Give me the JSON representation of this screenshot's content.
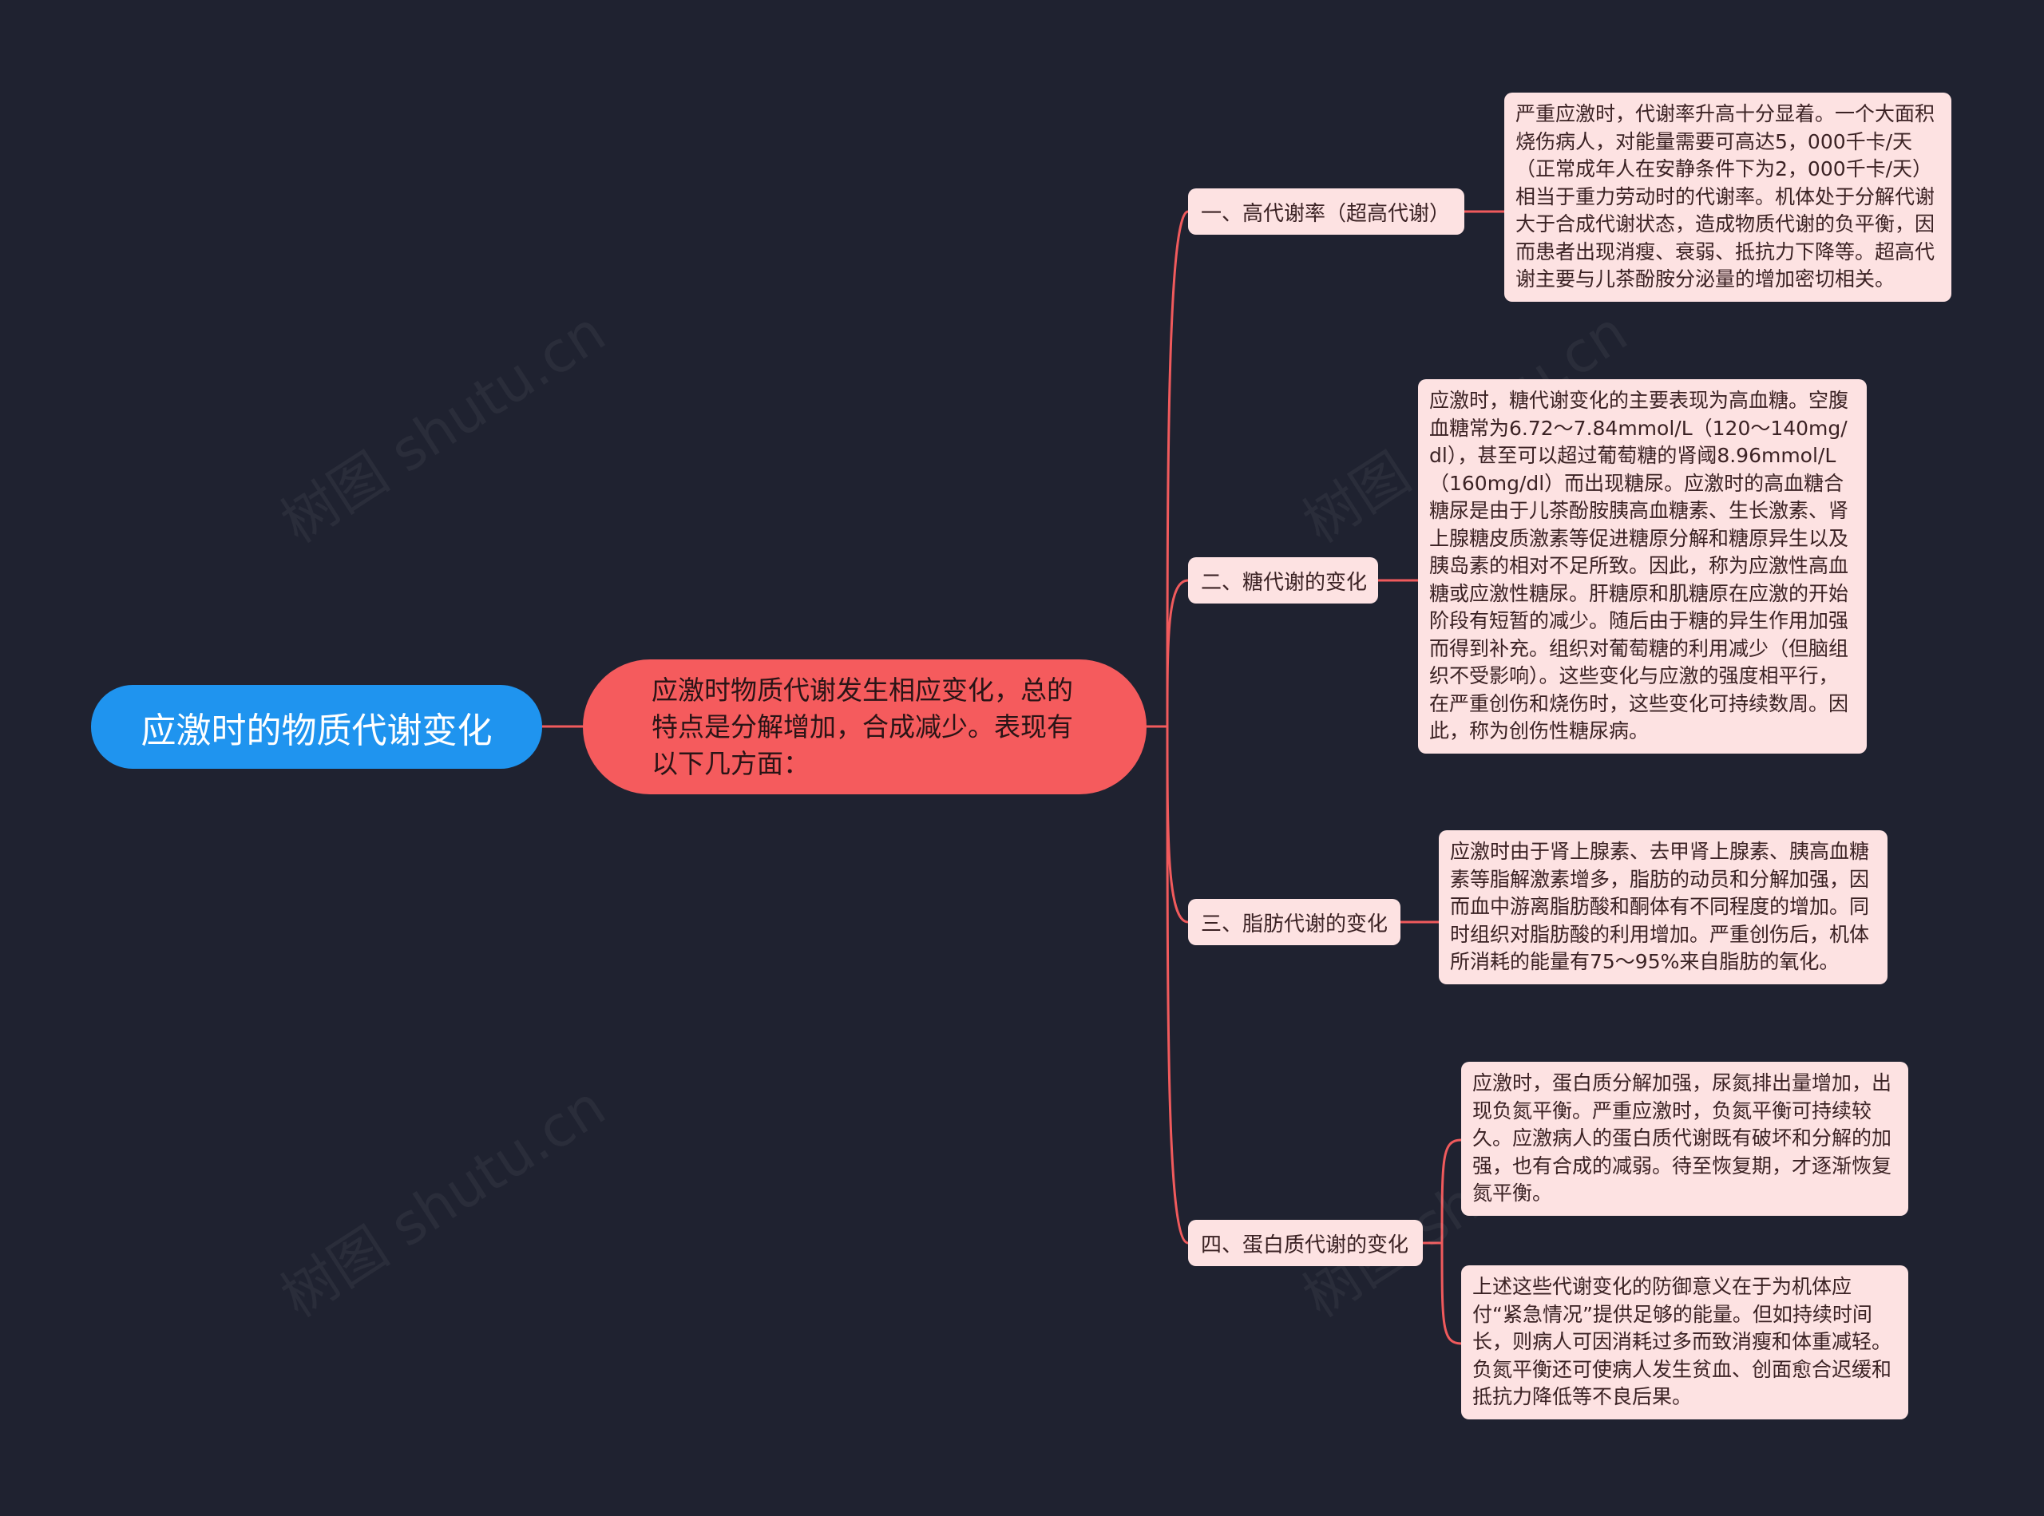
{
  "colors": {
    "background": "#1f2230",
    "root": "#1f94ef",
    "center": "#f55b5d",
    "card": "#fde2e2",
    "connector": "#f05a5c"
  },
  "root": {
    "label": "应激时的物质代谢变化"
  },
  "center": {
    "label": "应激时物质代谢发生相应变化，总的特点是分解增加，合成减少。表现有以下几方面："
  },
  "branches": [
    {
      "label": "一、高代谢率（超高代谢）"
    },
    {
      "label": "二、糖代谢的变化"
    },
    {
      "label": "三、脂肪代谢的变化"
    },
    {
      "label": "四、蛋白质代谢的变化"
    }
  ],
  "leaves": [
    {
      "text": "严重应激时，代谢率升高十分显着。一个大面积烧伤病人，对能量需要可高达5，000千卡/天（正常成年人在安静条件下为2，000千卡/天）相当于重力劳动时的代谢率。机体处于分解代谢大于合成代谢状态，造成物质代谢的负平衡，因而患者出现消瘦、衰弱、抵抗力下降等。超高代谢主要与儿茶酚胺分泌量的增加密切相关。"
    },
    {
      "text": "应激时，糖代谢变化的主要表现为高血糖。空腹血糖常为6.72～7.84mmol/L（120～140mg/dl），甚至可以超过葡萄糖的肾阈8.96mmol/L（160mg/dl）而出现糖尿。应激时的高血糖合糖尿是由于儿茶酚胺胰高血糖素、生长激素、肾上腺糖皮质激素等促进糖原分解和糖原异生以及胰岛素的相对不足所致。因此，称为应激性高血糖或应激性糖尿。肝糖原和肌糖原在应激的开始阶段有短暂的减少。随后由于糖的异生作用加强而得到补充。组织对葡萄糖的利用减少（但脑组织不受影响）。这些变化与应激的强度相平行，在严重创伤和烧伤时，这些变化可持续数周。因此，称为创伤性糖尿病。"
    },
    {
      "text": "应激时由于肾上腺素、去甲肾上腺素、胰高血糖素等脂解激素增多，脂肪的动员和分解加强，因而血中游离脂肪酸和酮体有不同程度的增加。同时组织对脂肪酸的利用增加。严重创伤后，机体所消耗的能量有75～95%来自脂肪的氧化。"
    },
    {
      "text": "应激时，蛋白质分解加强，尿氮排出量增加，出现负氮平衡。严重应激时，负氮平衡可持续较久。应激病人的蛋白质代谢既有破坏和分解的加强，也有合成的减弱。待至恢复期，才逐渐恢复氮平衡。"
    },
    {
      "text": "上述这些代谢变化的防御意义在于为机体应付“紧急情况”提供足够的能量。但如持续时间长，则病人可因消耗过多而致消瘦和体重减轻。负氮平衡还可使病人发生贫血、创面愈合迟缓和抵抗力降低等不良后果。"
    }
  ],
  "watermark": "树图 shutu.cn"
}
